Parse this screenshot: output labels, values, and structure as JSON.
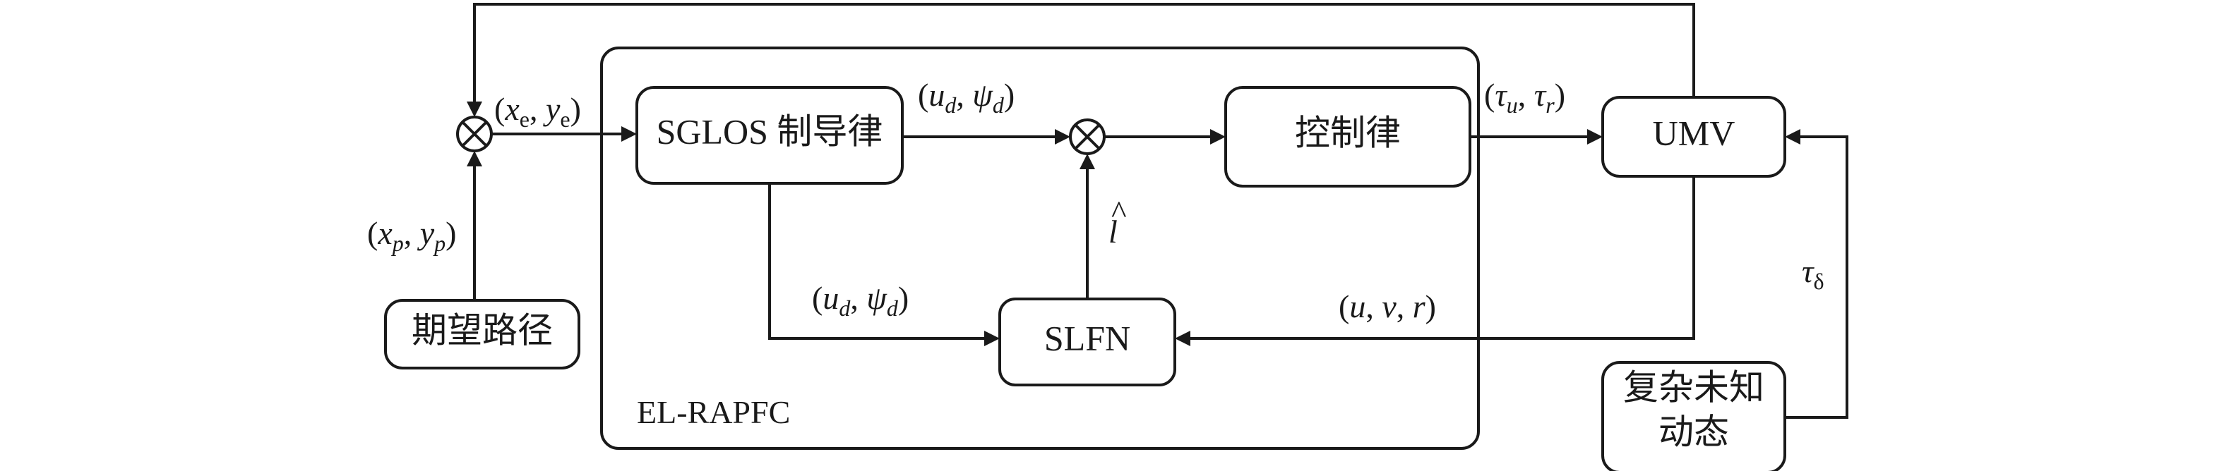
{
  "container_label": "EL-RAPFC",
  "blocks": {
    "sglos": "SGLOS 制导律",
    "control": "控制律",
    "umv": "UMV",
    "slfn": "SLFN",
    "path": "期望路径",
    "unknown_line1": "复杂未知",
    "unknown_line2": "动态"
  },
  "signals": {
    "xe": "x",
    "xe_sub": "e",
    "ye": "y",
    "ye_sub": "e",
    "ud": "u",
    "ud_sub": "d",
    "psid": "ψ",
    "psid_sub": "d",
    "tu": "τ",
    "tu_sub": "u",
    "tr": "τ",
    "tr_sub": "r",
    "xp": "x",
    "xp_sub": "p",
    "yp": "y",
    "yp_sub": "p",
    "lhat": "l",
    "hat": "^",
    "u": "u",
    "v": "v",
    "r": "r",
    "tdelta": "τ",
    "tdelta_sub": "δ"
  },
  "punctuation": {
    "open": "(",
    "close": ")",
    "comma": ", "
  }
}
